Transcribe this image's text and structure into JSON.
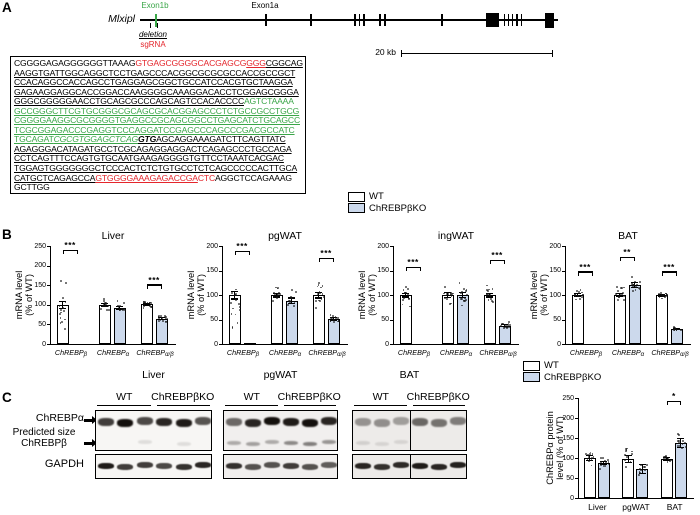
{
  "colors": {
    "wt_fill": "#ffffff",
    "ko_fill": "#ccd9ec",
    "green": "#3aa648",
    "red": "#e4262c",
    "black": "#000000"
  },
  "panelA": {
    "label": "A",
    "gene_name": "Mlxipl",
    "exon1b_label": "Exon1b",
    "exon1a_label": "Exon1a",
    "deletion_label": "deletion",
    "sgrna_label": "sgRNA",
    "scale_label": "20 kb",
    "sequence_lines": [
      [
        {
          "t": "CGGGGAGAGGGGGGTTAAAG",
          "c": "b"
        },
        {
          "t": "GTGAGCGGGGCACGAGCG",
          "c": "r"
        },
        {
          "t": "GGG",
          "c": "ru"
        },
        {
          "t": "CGGCAG",
          "c": "bu"
        }
      ],
      [
        {
          "t": "AAGGTGATTGGCAGGCTCCTGAGCCCACGGCGCGCGCCACCGCCGCT",
          "c": "bu"
        }
      ],
      [
        {
          "t": "CCACAGGCCACCAGCCTGAGGAGCGGCTGCCATCCACGTGCTAAGGA",
          "c": "bu"
        }
      ],
      [
        {
          "t": "GAGAAGGAGGCACCGGACCAAGGGGCAAAGGACACCTCGGAGCGGGA",
          "c": "bu"
        }
      ],
      [
        {
          "t": "GGGCGGGGGAACCTGCAGCGCCCAGCAGTCCACACCCC",
          "c": "bu"
        },
        {
          "t": "AGTCTAAAA",
          "c": "g"
        }
      ],
      [
        {
          "t": "GCCGGGCTTCGTGCGGGCGCAGCGCACGGAGCCCTCTGCCGCCTGCG",
          "c": "gu"
        }
      ],
      [
        {
          "t": "CGGGGAAGGCGCGGGGTGAGGCCGCAGCGGCCTGAGCATCTGCAGCC",
          "c": "gu"
        }
      ],
      [
        {
          "t": "TCGCGGAGACCCGAGGTCCCAGGATCCGAGCCCAGCCCGACGCCATC",
          "c": "gu"
        }
      ],
      [
        {
          "t": "TGCAGAT",
          "c": "gu"
        },
        {
          "t": "CGCGTGGAGCTCAG",
          "c": "giu"
        },
        {
          "t": "GTG",
          "c": "biu"
        },
        {
          "t": "AGCAGGAAAGATCTTCAGTTATC",
          "c": "bu"
        }
      ],
      [
        {
          "t": "AGAGGGACATAGATGCCTCGCAGAGGAGGACTCAGAGCCCTGCCAGA",
          "c": "bu"
        }
      ],
      [
        {
          "t": "CCTCAGTTTCCAGTGTGCAATGAAGAGGGGTGTTCCTAAATCACGAC",
          "c": "bu"
        }
      ],
      [
        {
          "t": "TGGAGTGGGGGGGCTCCCACTCTCTGTGCCTCTCAGCCCCCACTTGCA",
          "c": "bu"
        }
      ],
      [
        {
          "t": "CATGCTCAGAGCCA",
          "c": "bu"
        },
        {
          "t": "GTGGGGAAAGAGACCGA",
          "c": "ru"
        },
        {
          "t": "CTC",
          "c": "r"
        },
        {
          "t": "AGGCTCCAGAAAG",
          "c": "b"
        }
      ],
      [
        {
          "t": "GCTTGG",
          "c": "b"
        }
      ]
    ]
  },
  "panelB": {
    "label": "B",
    "legend": {
      "wt": "WT",
      "ko": "ChREBPβKO"
    }
  },
  "panelC": {
    "label": "C",
    "legend": {
      "wt": "WT",
      "ko": "ChREBPβKO"
    },
    "row_labels": {
      "alpha": "ChREBPα",
      "predicted_size": "Predicted size",
      "beta": "ChREBPβ",
      "gapdh": "GAPDH"
    },
    "blots": [
      {
        "tissue": "Liver",
        "wt": "WT",
        "ko": "ChREBPβKO",
        "divider": false,
        "bg": "#f7f6f4",
        "alpha": [
          0.8,
          1,
          0.75,
          0.9,
          0.95,
          0.7
        ],
        "beta": [
          0,
          0,
          0.1,
          0,
          0.1,
          0
        ],
        "gapdh": [
          0.95,
          0.8,
          0.8,
          0.75,
          0.85,
          0.9
        ]
      },
      {
        "tissue": "pgWAT",
        "wt": "WT",
        "ko": "ChREBPβKO",
        "divider": false,
        "bg": "#f1efee",
        "alpha": [
          0.6,
          0.9,
          1,
          0.95,
          1,
          0.9
        ],
        "beta": [
          0.3,
          0.35,
          0.3,
          0.45,
          0.5,
          0.4
        ],
        "gapdh": [
          0.85,
          0.7,
          0.7,
          0.8,
          0.7,
          0.65
        ]
      },
      {
        "tissue": "BAT",
        "wt": "WT",
        "ko": "ChREBPβKO",
        "divider": true,
        "bg": "#edebe9",
        "alpha": [
          0.4,
          0.42,
          0.35,
          0.6,
          0.55,
          0.5
        ],
        "beta": [
          0.12,
          0.1,
          0.1,
          0,
          0,
          0
        ],
        "gapdh": [
          0.9,
          0.85,
          0.88,
          0.95,
          0.9,
          0.92
        ]
      }
    ]
  },
  "chart_data": [
    {
      "id": "liver",
      "type": "bar",
      "title": "Liver",
      "ylabel_lines": [
        "mRNA level",
        "(% of WT)"
      ],
      "ylim": [
        0,
        250
      ],
      "yticks": [
        0,
        50,
        100,
        150,
        200,
        250
      ],
      "italic_x": true,
      "seed": 1,
      "ndots": 15,
      "categories": [
        "ChREBPβ",
        "ChREBPα",
        "ChREBPα/β"
      ],
      "series": [
        {
          "name": "WT",
          "values": [
            100,
            100,
            101
          ],
          "sem": [
            10,
            5,
            4
          ],
          "spread": [
            110,
            25,
            18
          ]
        },
        {
          "name": "ChREBPβKO",
          "values": [
            0,
            93,
            65
          ],
          "sem": [
            0,
            5,
            4
          ],
          "spread": [
            0,
            20,
            14
          ]
        }
      ],
      "sig": [
        {
          "group": 0,
          "label": "***",
          "y": 240
        },
        {
          "group": 2,
          "label": "***",
          "y": 152
        }
      ]
    },
    {
      "id": "pgwat",
      "type": "bar",
      "title": "pgWAT",
      "ylabel_lines": [
        "mRNA level",
        "(% of WT)"
      ],
      "ylim": [
        0,
        200
      ],
      "yticks": [
        0,
        50,
        100,
        150,
        200
      ],
      "italic_x": true,
      "seed": 2,
      "ndots": 15,
      "categories": [
        "ChREBPβ",
        "ChREBPα",
        "ChREBPα/β"
      ],
      "series": [
        {
          "name": "WT",
          "values": [
            100,
            100,
            100
          ],
          "sem": [
            9,
            5,
            7
          ],
          "spread": [
            85,
            28,
            40
          ]
        },
        {
          "name": "ChREBPβKO",
          "values": [
            1.5,
            88,
            52
          ],
          "sem": [
            0,
            7,
            4
          ],
          "spread": [
            0,
            35,
            14
          ]
        }
      ],
      "sig": [
        {
          "group": 0,
          "label": "***",
          "y": 190
        },
        {
          "group": 2,
          "label": "***",
          "y": 176
        }
      ]
    },
    {
      "id": "ingwat",
      "type": "bar",
      "title": "ingWAT",
      "ylabel_lines": [
        "mRNA level",
        "(% of WT)"
      ],
      "ylim": [
        0,
        200
      ],
      "yticks": [
        0,
        50,
        100,
        150,
        200
      ],
      "italic_x": true,
      "seed": 3,
      "ndots": 15,
      "categories": [
        "ChREBPβ",
        "ChREBPα",
        "ChREBPα/β"
      ],
      "series": [
        {
          "name": "WT",
          "values": [
            100,
            100,
            100
          ],
          "sem": [
            5,
            6,
            5
          ],
          "spread": [
            40,
            28,
            30
          ]
        },
        {
          "name": "ChREBPβKO",
          "values": [
            0,
            100,
            37
          ],
          "sem": [
            0,
            6,
            3
          ],
          "spread": [
            0,
            30,
            10
          ]
        }
      ],
      "sig": [
        {
          "group": 0,
          "label": "***",
          "y": 158
        },
        {
          "group": 2,
          "label": "***",
          "y": 172
        }
      ]
    },
    {
      "id": "bat",
      "type": "bar",
      "title": "BAT",
      "ylabel_lines": [
        "mRNA level",
        "(% of WT)"
      ],
      "ylim": [
        0,
        200
      ],
      "yticks": [
        0,
        50,
        100,
        150,
        200
      ],
      "italic_x": true,
      "seed": 4,
      "ndots": 15,
      "categories": [
        "ChREBPβ",
        "ChREBPα",
        "ChREBPα/β"
      ],
      "series": [
        {
          "name": "WT",
          "values": [
            100,
            100,
            100
          ],
          "sem": [
            4,
            4,
            3
          ],
          "spread": [
            28,
            22,
            12
          ]
        },
        {
          "name": "ChREBPβKO",
          "values": [
            0,
            121,
            30
          ],
          "sem": [
            0,
            6,
            2
          ],
          "spread": [
            0,
            25,
            5
          ]
        }
      ],
      "sig": [
        {
          "group": 0,
          "label": "***",
          "y": 148
        },
        {
          "group": 1,
          "label": "**",
          "y": 178
        },
        {
          "group": 2,
          "label": "***",
          "y": 148
        }
      ]
    },
    {
      "id": "protein",
      "type": "bar",
      "title": "",
      "ylabel_lines": [
        "ChREBPα protein",
        "level (% of WT)"
      ],
      "ylim": [
        0,
        250
      ],
      "yticks": [
        0,
        50,
        100,
        150,
        200,
        250
      ],
      "italic_x": false,
      "seed": 5,
      "ndots": 12,
      "categories": [
        "Liver",
        "pgWAT",
        "BAT"
      ],
      "series": [
        {
          "name": "WT",
          "values": [
            100,
            98,
            98
          ],
          "sem": [
            8,
            10,
            5
          ],
          "spread": [
            35,
            45,
            28
          ]
        },
        {
          "name": "ChREBPβKO",
          "values": [
            88,
            72,
            137
          ],
          "sem": [
            5,
            12,
            13
          ],
          "spread": [
            20,
            35,
            45
          ]
        }
      ],
      "sig": [
        {
          "group": 2,
          "label": "*",
          "y": 243
        }
      ]
    }
  ]
}
